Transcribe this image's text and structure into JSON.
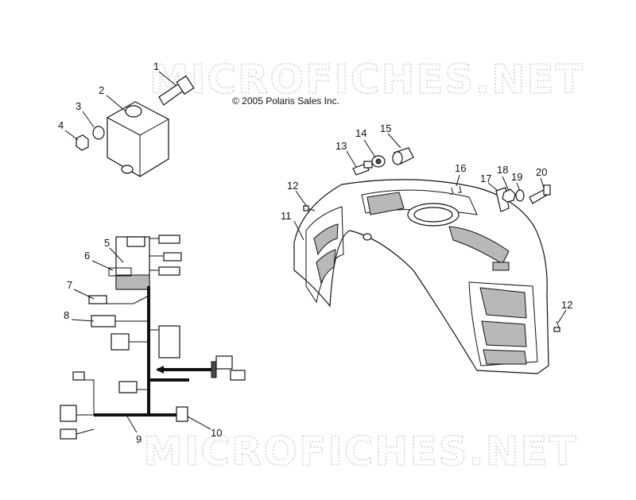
{
  "watermark": {
    "text": "MICROFICHES.NET"
  },
  "copyright": "© 2005 Polaris Sales Inc.",
  "callouts": [
    {
      "id": "c1",
      "label": "1"
    },
    {
      "id": "c2",
      "label": "2"
    },
    {
      "id": "c3",
      "label": "3"
    },
    {
      "id": "c4",
      "label": "4"
    },
    {
      "id": "c5",
      "label": "5"
    },
    {
      "id": "c6",
      "label": "6"
    },
    {
      "id": "c7",
      "label": "7"
    },
    {
      "id": "c8",
      "label": "8"
    },
    {
      "id": "c9",
      "label": "9"
    },
    {
      "id": "c10",
      "label": "10"
    },
    {
      "id": "c11",
      "label": "11"
    },
    {
      "id": "c12a",
      "label": "12"
    },
    {
      "id": "c12b",
      "label": "12"
    },
    {
      "id": "c13",
      "label": "13"
    },
    {
      "id": "c14",
      "label": "14"
    },
    {
      "id": "c15",
      "label": "15"
    },
    {
      "id": "c16",
      "label": "16"
    },
    {
      "id": "c17",
      "label": "17"
    },
    {
      "id": "c18",
      "label": "18"
    },
    {
      "id": "c19",
      "label": "19"
    },
    {
      "id": "c20",
      "label": "20"
    }
  ]
}
